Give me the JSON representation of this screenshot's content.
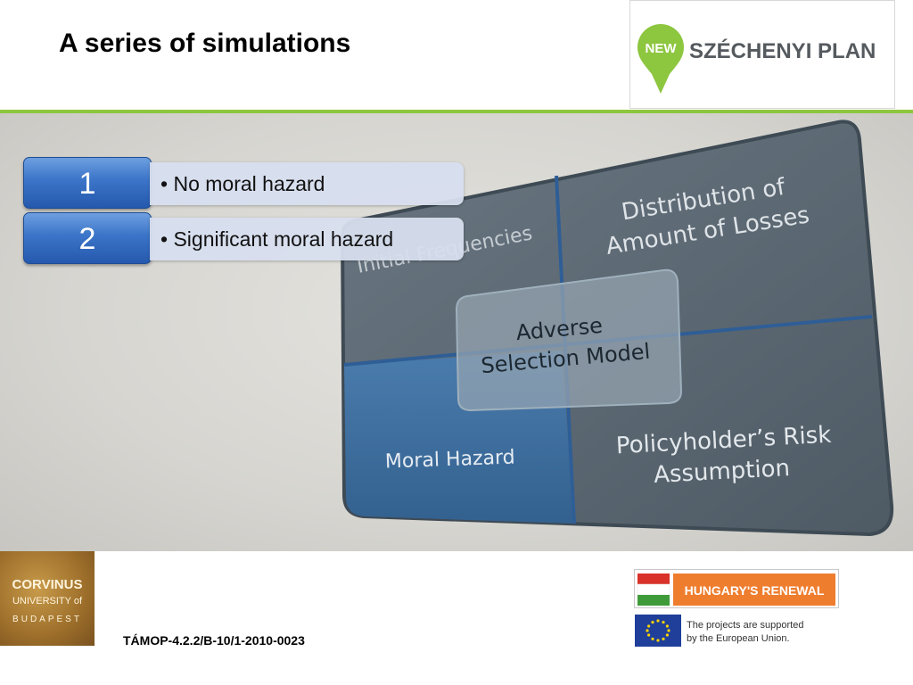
{
  "slide": {
    "title": "A series of simulations"
  },
  "header_logo": {
    "badge": "NEW",
    "name": "SZÉCHENYI PLAN"
  },
  "diagram": {
    "cells": {
      "initial_frequencies": "Initial Frequencies",
      "distribution_line1": "Distribution of",
      "distribution_line2": "Amount of Losses",
      "moral_hazard": "Moral Hazard",
      "risk_line1": "Policyholder’s Risk",
      "risk_line2": "Assumption",
      "center_line1": "Adverse",
      "center_line2": "Selection Model"
    }
  },
  "list": [
    {
      "number": "1",
      "bullet": "•",
      "text": "No moral hazard"
    },
    {
      "number": "2",
      "bullet": "•",
      "text": "Significant moral hazard"
    }
  ],
  "footer": {
    "university": {
      "line1": "CORVINUS",
      "line2": "UNIVERSITY of",
      "line3": "BUDAPEST"
    },
    "project_code": "TÁMOP-4.2.2/B-10/1-2010-0023",
    "renewal": "HUNGARY'S RENEWAL",
    "eu_line1": "The projects are supported",
    "eu_line2": "by the European Union."
  },
  "colors": {
    "green_rule": "#8dc63f",
    "number_box": "#3b74c8",
    "panel": "#5a6873",
    "moral_hazard_cell": "#3f6e9c",
    "renewal_orange": "#ef7d2e",
    "eu_blue": "#1f3f9a"
  }
}
